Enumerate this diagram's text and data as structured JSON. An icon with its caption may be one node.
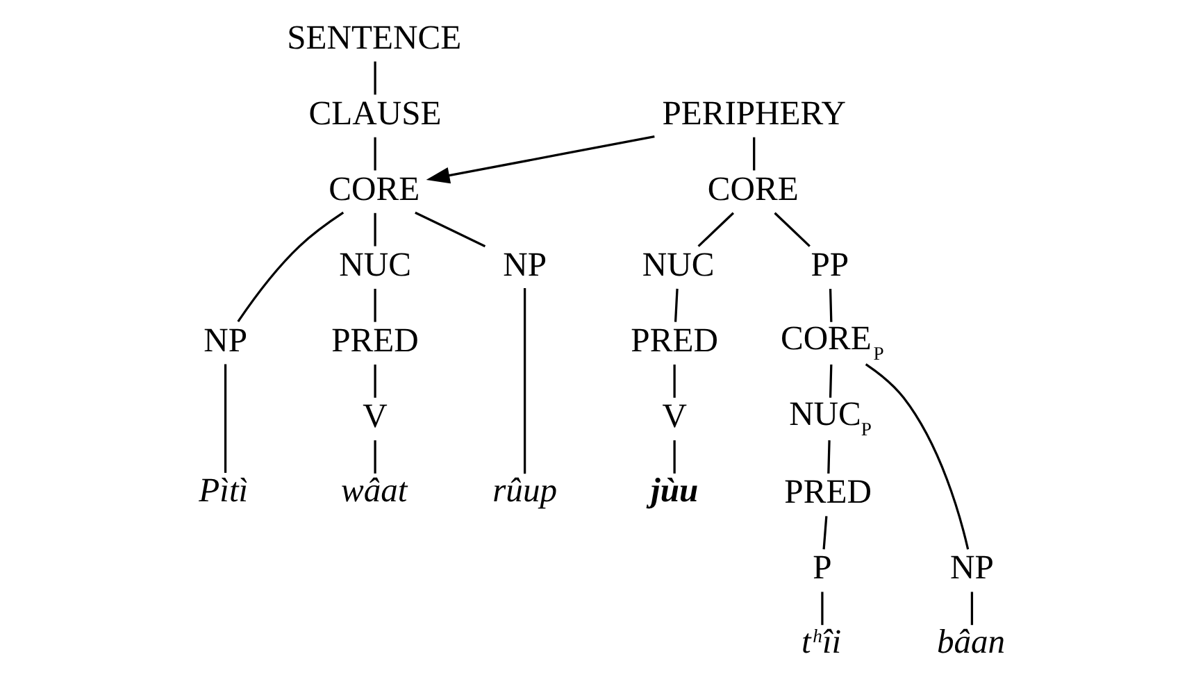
{
  "diagram": {
    "nodes": [
      {
        "text": [
          "SENTENCE"
        ]
      },
      {
        "text": [
          "CLAUSE"
        ]
      },
      {
        "text": [
          "CORE"
        ]
      },
      {
        "text": [
          "NP"
        ]
      },
      {
        "text": [
          "NUC"
        ]
      },
      {
        "text": [
          "NP"
        ]
      },
      {
        "text": [
          "PRED"
        ]
      },
      {
        "text": [
          "V"
        ]
      },
      {
        "text": [
          "Pìtì"
        ]
      },
      {
        "text": [
          "wâat"
        ]
      },
      {
        "text": [
          "rûup"
        ]
      },
      {
        "text": [
          "PERIPHERY"
        ]
      },
      {
        "text": [
          "CORE"
        ]
      },
      {
        "text": [
          "NUC"
        ]
      },
      {
        "text": [
          "PP"
        ]
      },
      {
        "text": [
          "PRED"
        ]
      },
      {
        "text": [
          "CORE$_{P}$"
        ]
      },
      {
        "text": [
          "V"
        ]
      },
      {
        "text": [
          "NUC$_{P}$"
        ]
      },
      {
        "text": [
          "NP"
        ]
      },
      {
        "text": [
          "jùu"
        ]
      },
      {
        "text": [
          "PRED"
        ]
      },
      {
        "text": [
          "P"
        ]
      },
      {
        "text": [
          "t$^{h}$îi"
        ]
      },
      {
        "text": [
          "bâan"
        ]
      }
    ],
    "edges": [
      {
        "from": 0,
        "to": 1,
        "arrow": "none"
      },
      {
        "from": 1,
        "to": 2,
        "arrow": "none"
      },
      {
        "from": 2,
        "to": 3,
        "arrow": "none"
      },
      {
        "from": 2,
        "to": 4,
        "arrow": "none"
      },
      {
        "from": 2,
        "to": 5,
        "arrow": "none"
      },
      {
        "from": 4,
        "to": 6,
        "arrow": "none"
      },
      {
        "from": 6,
        "to": 7,
        "arrow": "none"
      },
      {
        "from": 3,
        "to": 8,
        "arrow": "none"
      },
      {
        "from": 7,
        "to": 9,
        "arrow": "none"
      },
      {
        "from": 5,
        "to": 10,
        "arrow": "none"
      },
      {
        "from": 11,
        "to": 2,
        "arrow": "to"
      },
      {
        "from": 11,
        "to": 12,
        "arrow": "none"
      },
      {
        "from": 12,
        "to": 13,
        "arrow": "none"
      },
      {
        "from": 12,
        "to": 14,
        "arrow": "none"
      },
      {
        "from": 13,
        "to": 15,
        "arrow": "none"
      },
      {
        "from": 14,
        "to": 16,
        "arrow": "none"
      },
      {
        "from": 15,
        "to": 17,
        "arrow": "none"
      },
      {
        "from": 16,
        "to": 18,
        "arrow": "none"
      },
      {
        "from": 16,
        "to": 19,
        "arrow": "none"
      },
      {
        "from": 17,
        "to": 20,
        "arrow": "none"
      },
      {
        "from": 18,
        "to": 21,
        "arrow": "none"
      },
      {
        "from": 21,
        "to": 22,
        "arrow": "none"
      },
      {
        "from": 22,
        "to": 23,
        "arrow": "none"
      },
      {
        "from": 19,
        "to": 24,
        "arrow": "none"
      }
    ]
  }
}
